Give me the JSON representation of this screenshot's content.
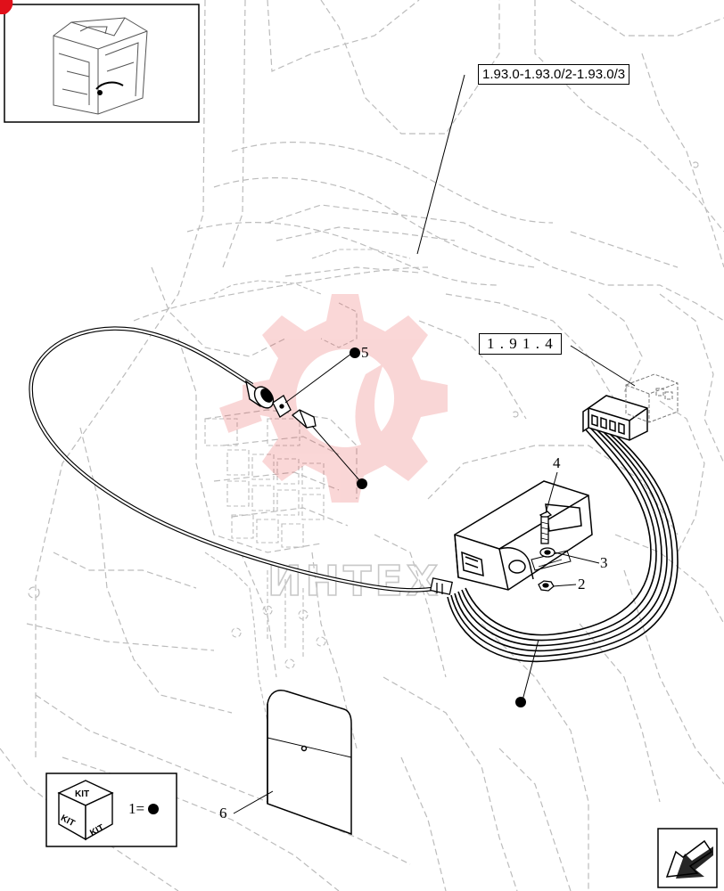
{
  "references": {
    "ref_1": "1.93.0-1.93.0/2-1.93.0/3",
    "ref_2": "1 . 9 1 . 4"
  },
  "callouts": {
    "c2": "2",
    "c3": "3",
    "c4": "4",
    "c5": "5",
    "c6": "6"
  },
  "kit_legend": {
    "kit_label": "KIT",
    "equation": "1="
  },
  "watermark": {
    "text": "ИНТЕХ",
    "color": "#e84a4a"
  },
  "colors": {
    "line": "#000000",
    "ghost": "#bdbdbd"
  },
  "icons": {
    "thumbnail": "cab-thumbnail-icon",
    "next_page": "page-arrow-icon",
    "kit": "kit-box-icon"
  }
}
